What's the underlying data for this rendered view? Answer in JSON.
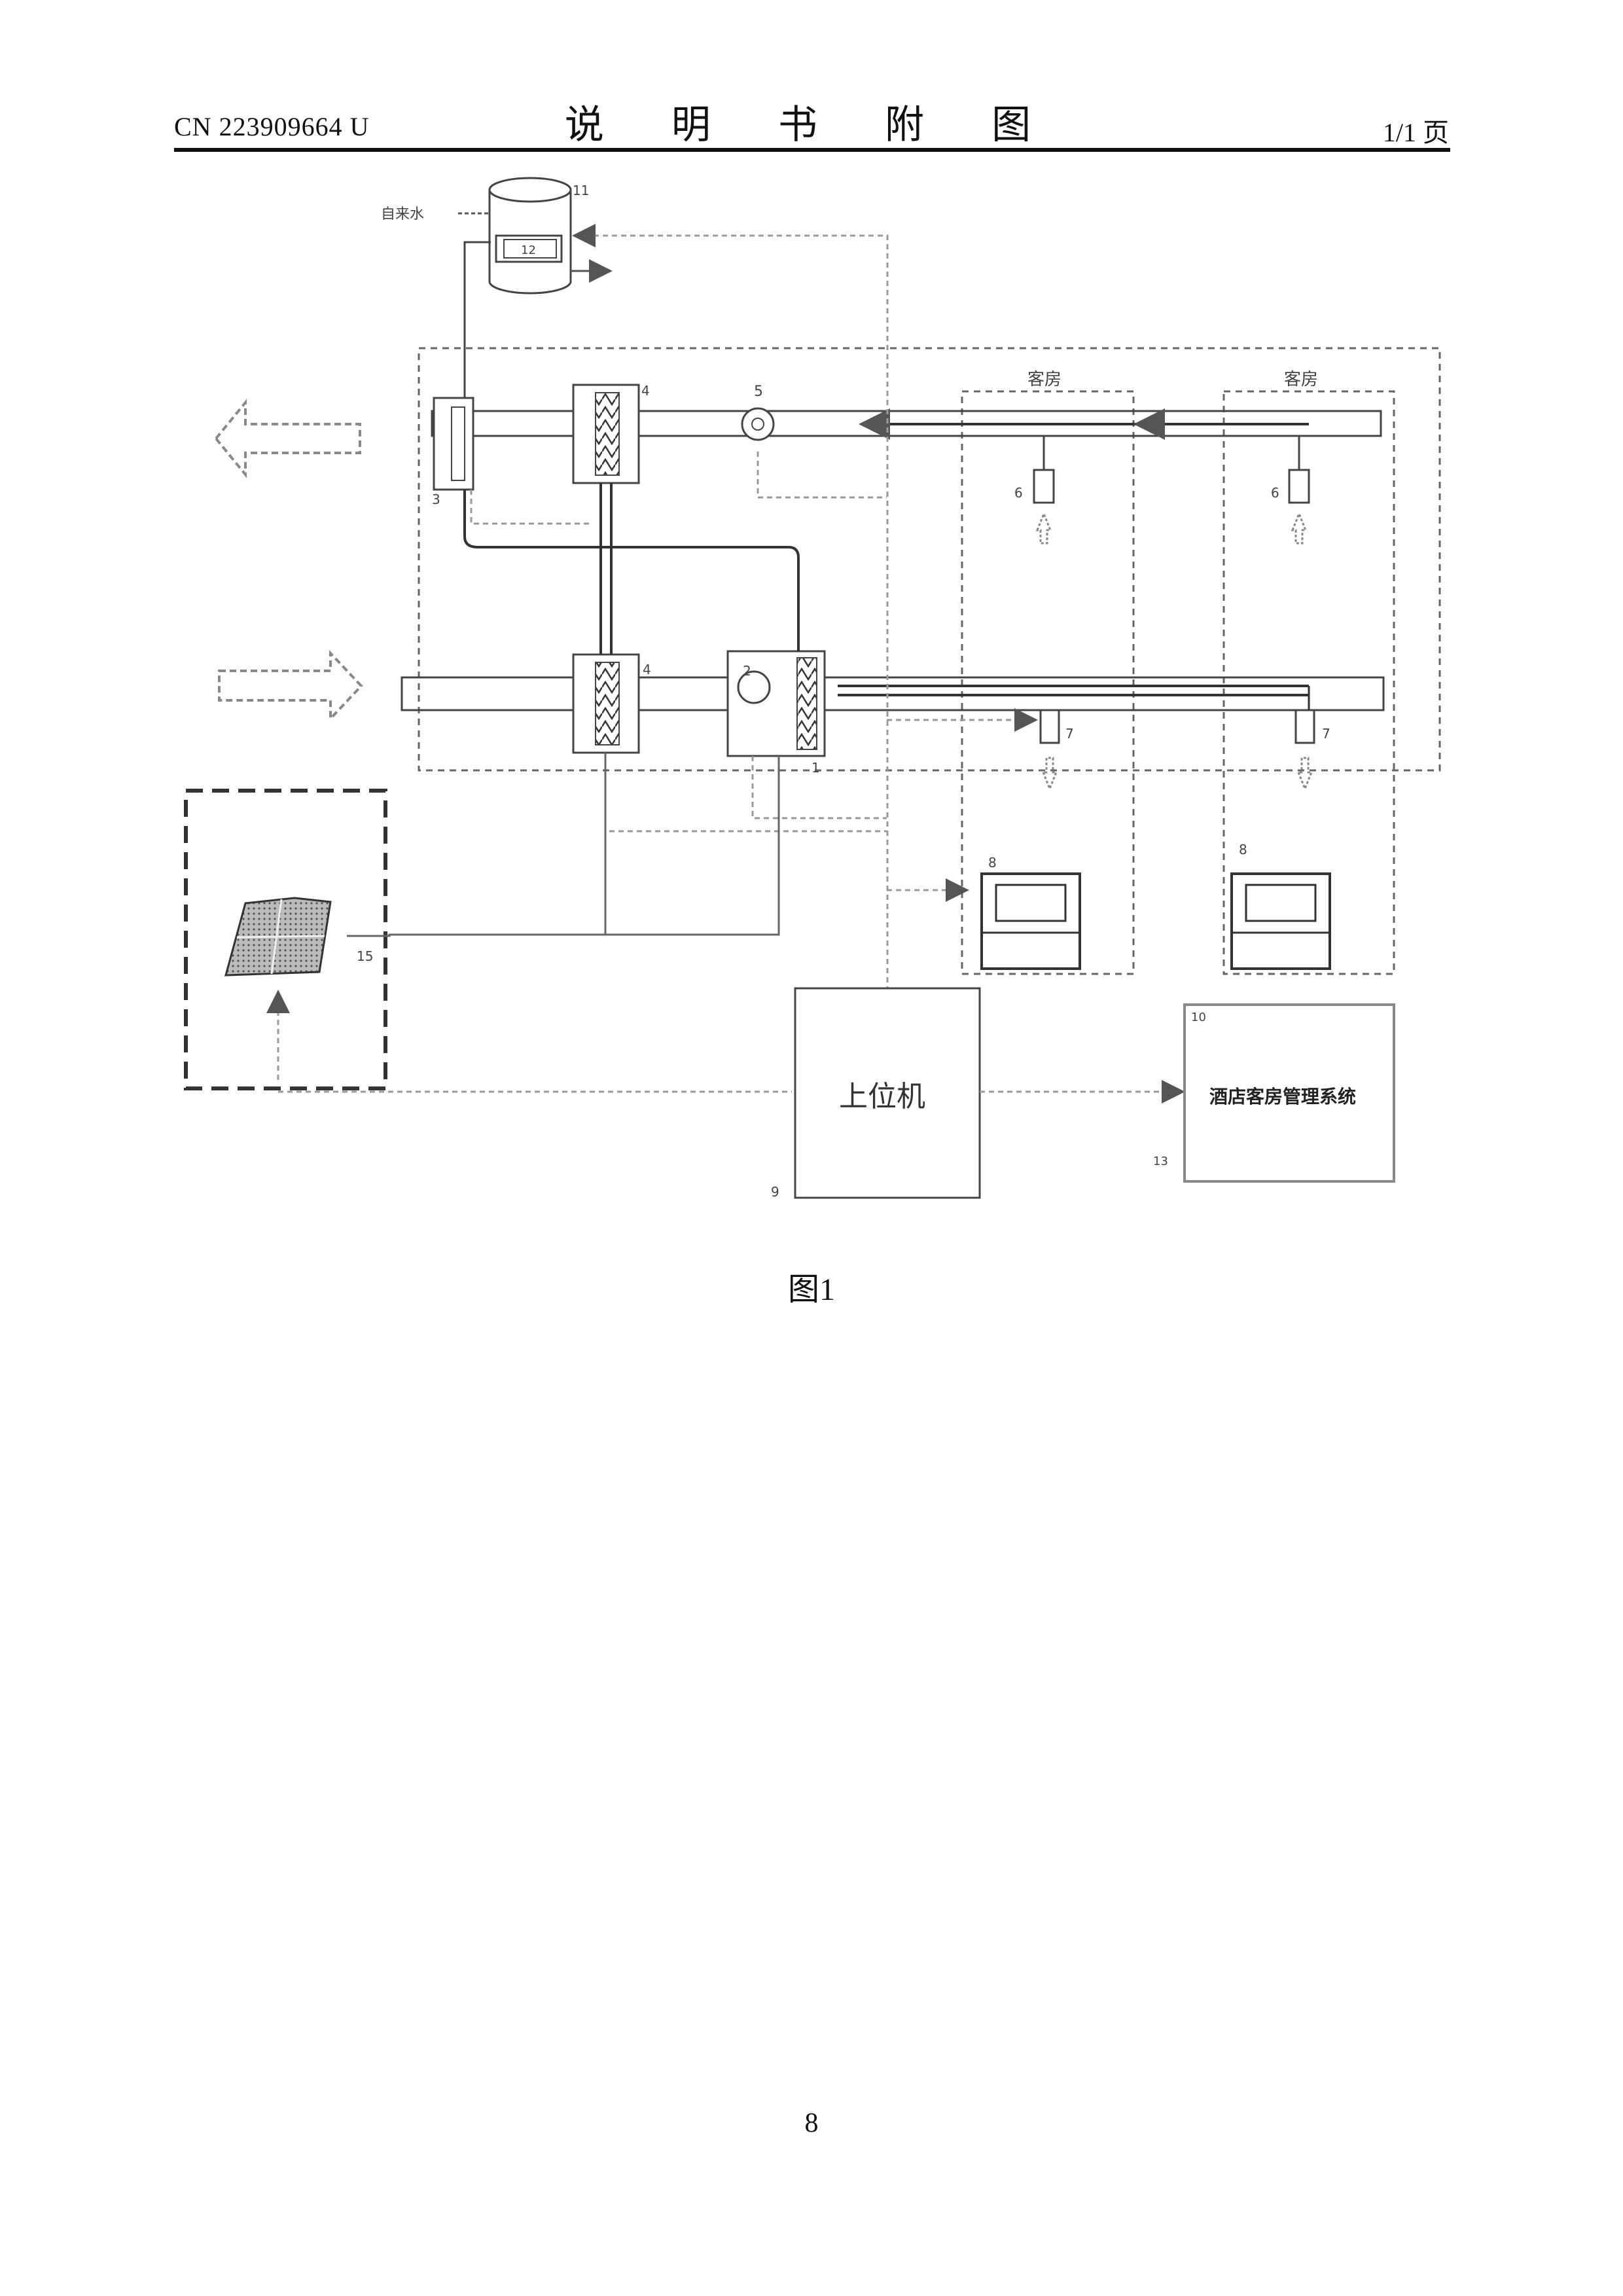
{
  "header": {
    "doc_number": "CN 223909664 U",
    "title": "说 明 书 附 图",
    "page_of": "1/1 页"
  },
  "figure": {
    "room_label_1": "客房",
    "room_label_2": "客房",
    "water_in_label": "自来水",
    "upper_computer": "上位机",
    "management_system": "酒店客房管理系统",
    "numbers": {
      "n1": "1",
      "n2": "2",
      "n3": "3",
      "n4": "4",
      "n4b": "4",
      "n5": "5",
      "n6a": "6",
      "n6b": "6",
      "n7a": "7",
      "n7b": "7",
      "n8a": "8",
      "n8b": "8",
      "n9": "9",
      "n10": "10",
      "n11": "11",
      "n12": "12",
      "n13": "13",
      "n15": "15"
    }
  },
  "caption": "图1",
  "page_number": "8"
}
